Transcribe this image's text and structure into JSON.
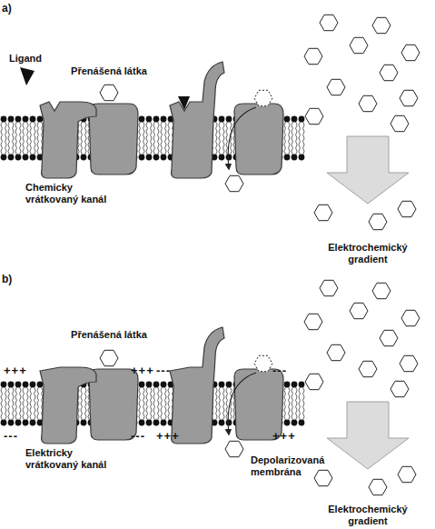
{
  "diagram": {
    "labels": [
      "a)",
      "Ligand",
      "Přenášená látka",
      "Chemicky vrátkovaný kanál",
      "Elektrochemický gradient",
      "b)",
      "Přenášená látka",
      "+++",
      "+++",
      "---",
      "---",
      "Elektricky vrátkovaný kanál",
      "---",
      "---",
      "+++",
      "+++",
      "Depolarizovaná membrána",
      "Elektrochemický gradient"
    ]
  }
}
